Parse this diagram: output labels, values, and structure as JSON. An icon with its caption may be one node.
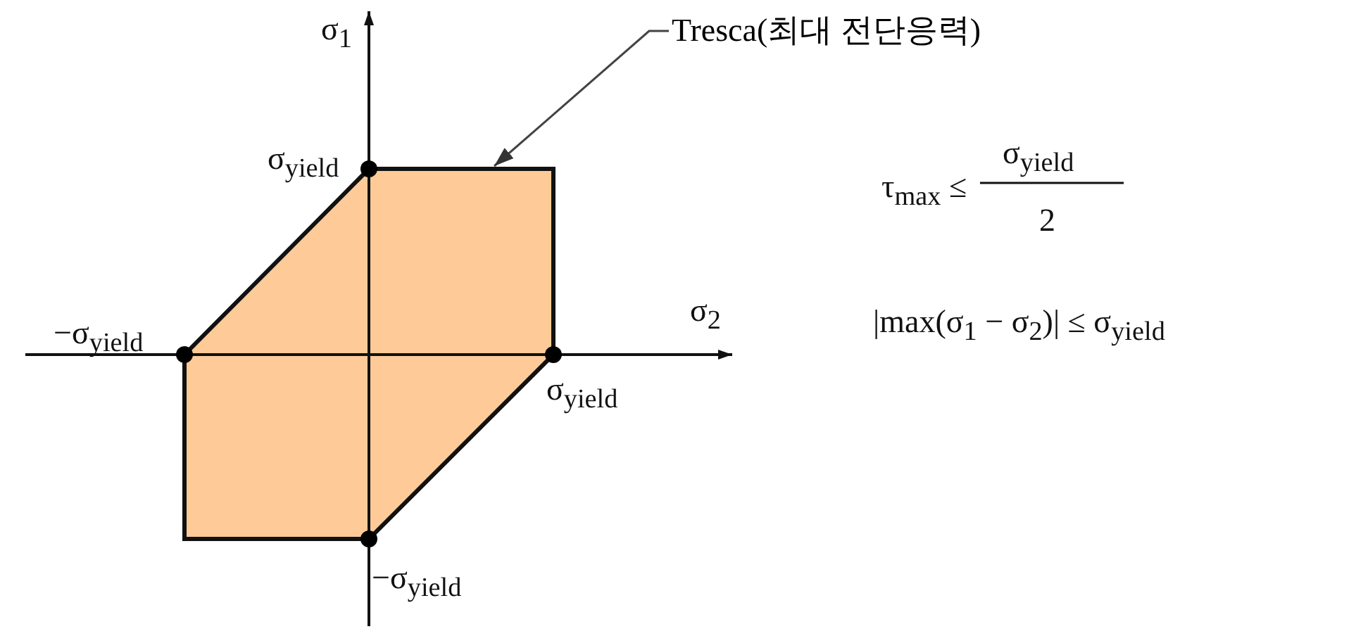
{
  "diagram": {
    "nodes": [
      {
        "text": [
          "Tresca(최대 전단응력)"
        ]
      },
      {
        "text": [],
        "shape": "hexagon"
      }
    ],
    "edges": [
      {
        "from": 0,
        "to": 1,
        "arrow": "to"
      }
    ],
    "labels": [
      "σ$_{1}$",
      "σ$_{yield}$",
      "σ$_{2}$",
      "−σ$_{yield}$",
      "σ$_{yield}$",
      "−σ$_{yield}$",
      "τ$_{max}$ ≤",
      "σ$_{yield}$",
      "2",
      "|max(σ$_{1}$ − σ$_{2}$)| ≤ σ$_{yield}$"
    ]
  }
}
